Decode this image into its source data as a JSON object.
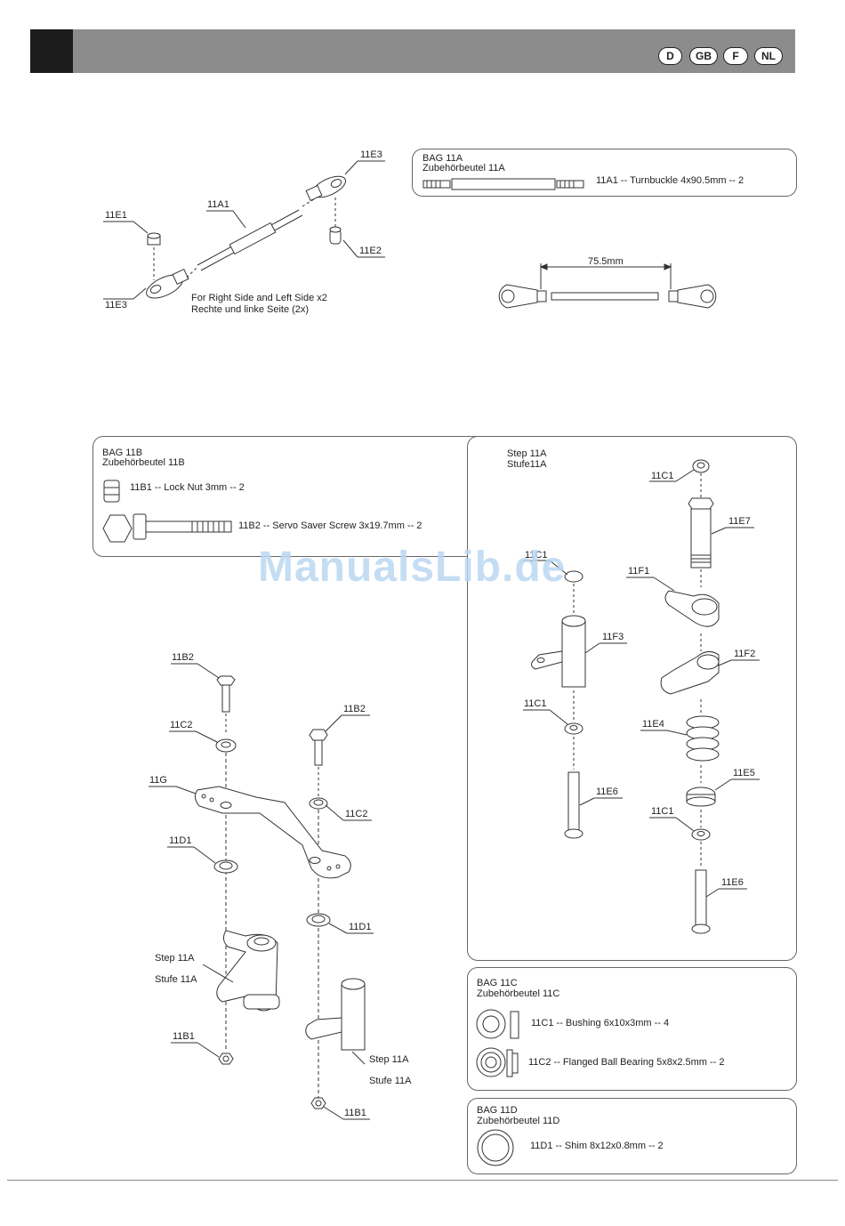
{
  "header": {
    "languages": [
      "D",
      "GB",
      "F",
      "NL"
    ]
  },
  "turnbuckle_diagram": {
    "labels": {
      "e3_top": "11E3",
      "e1": "11E1",
      "a1": "11A1",
      "e2": "11E2",
      "e3_bottom": "11E3"
    },
    "note_line1": "For Right Side and Left Side x2",
    "note_line2": "Rechte und linke Seite (2x)",
    "measure": "75.5mm"
  },
  "bag_11a": {
    "title": "BAG 11A",
    "subtitle": "Zubehörbeutel 11A",
    "items": [
      "11A1 -- Turnbuckle 4x90.5mm -- 2"
    ]
  },
  "bag_11b": {
    "title": "BAG 11B",
    "subtitle": "Zubehörbeutel 11B",
    "items": [
      "11B1 -- Lock Nut 3mm -- 2",
      "11B2 -- Servo Saver Screw 3x19.7mm -- 2"
    ]
  },
  "step_11a_box": {
    "title": "Step 11A",
    "subtitle": "Stufe11A",
    "labels": {
      "c1_top": "11C1",
      "e7": "11E7",
      "c1_left_top": "11C1",
      "f1": "11F1",
      "f3": "11F3",
      "f2": "11F2",
      "c1_left_mid": "11C1",
      "e4": "11E4",
      "e6_left": "11E6",
      "e5": "11E5",
      "c1_right": "11C1",
      "e6_right": "11E6"
    }
  },
  "main_diagram": {
    "labels": {
      "b2_left": "11B2",
      "b2_right": "11B2",
      "c2_left": "11C2",
      "c2_right": "11C2",
      "g": "11G",
      "d1_left": "11D1",
      "d1_right": "11D1",
      "b1_left": "11B1",
      "b1_right": "11B1"
    },
    "step_left_1": "Step 11A",
    "step_left_2": "Stufe 11A",
    "step_right_1": "Step 11A",
    "step_right_2": "Stufe 11A"
  },
  "bag_11c": {
    "title": "BAG 11C",
    "subtitle": "Zubehörbeutel 11C",
    "items": [
      "11C1 -- Bushing 6x10x3mm -- 4",
      "11C2 -- Flanged Ball Bearing 5x8x2.5mm -- 2"
    ]
  },
  "bag_11d": {
    "title": "BAG 11D",
    "subtitle": "Zubehörbeutel 11D",
    "items": [
      "11D1 -- Shim 8x12x0.8mm -- 2"
    ]
  },
  "watermark": "ManualsLib.de"
}
